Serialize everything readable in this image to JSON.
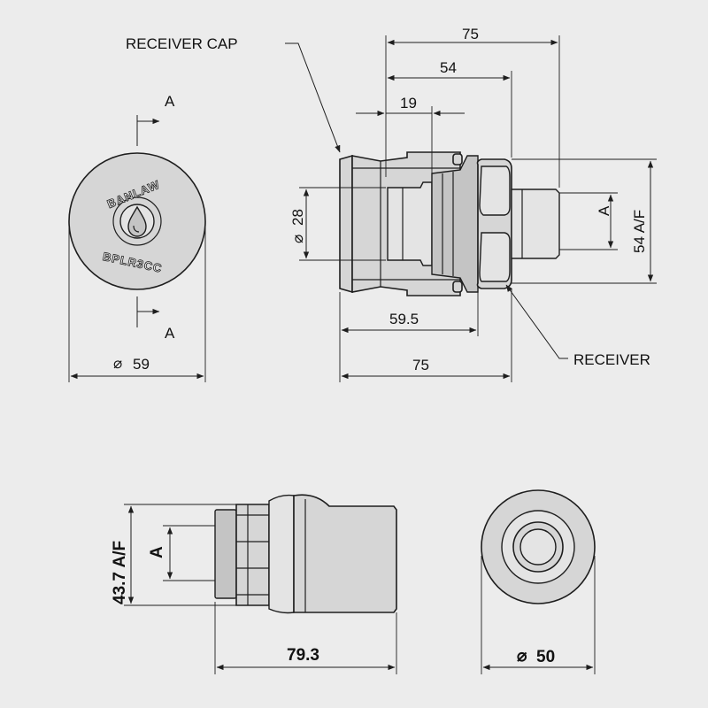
{
  "labels": {
    "receiver_cap": "RECEIVER CAP",
    "receiver": "RECEIVER",
    "section_marker": "A"
  },
  "cap_markings": {
    "brand": "BANLAW",
    "part_number": "BPLR3CC"
  },
  "dimensions": {
    "cap_diameter": "59",
    "overall_length_top": "75",
    "length_54": "54",
    "length_19": "19",
    "bore_diameter": "28",
    "length_59_5": "59.5",
    "overall_length_bottom": "75",
    "hex_af": "54 A/F",
    "lower_length": "79.3",
    "lower_hex_af": "43.7 A/F",
    "end_diameter": "50"
  },
  "symbols": {
    "diameter": "⌀"
  }
}
